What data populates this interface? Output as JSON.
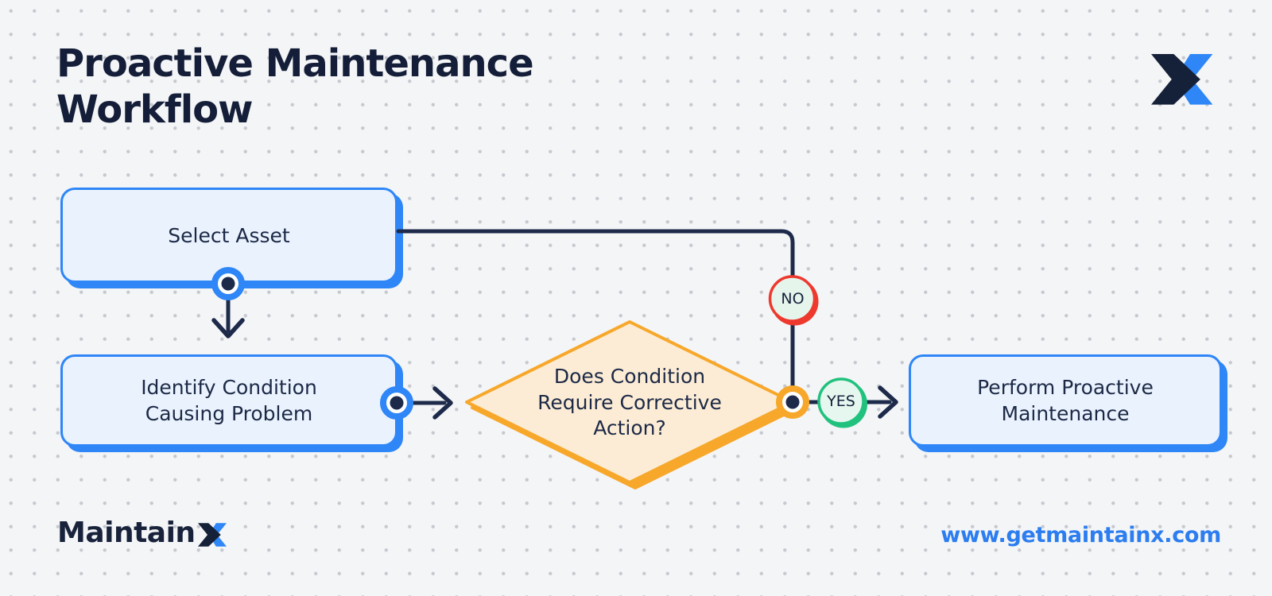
{
  "title": {
    "lines": [
      "Proactive Maintenance",
      "Workflow"
    ]
  },
  "flowchart": {
    "select_asset": {
      "lines": [
        "Select Asset"
      ]
    },
    "identify_condition": {
      "lines": [
        "Identify Condition",
        "Causing Problem"
      ]
    },
    "decision": {
      "lines": [
        "Does Condition",
        "Require Corrective",
        "Action?"
      ]
    },
    "perform_maintenance": {
      "lines": [
        "Perform Proactive",
        "Maintenance"
      ]
    },
    "no_label": "NO",
    "yes_label": "YES"
  },
  "footer": {
    "brand_text": "Maintain",
    "brand_mark": "X",
    "url": "www.getmaintainx.com"
  },
  "colors": {
    "background": "#f4f5f7",
    "grid_dot": "#c6c9cf",
    "navy_line": "#1d2a4a",
    "title_text": "#141e38",
    "accent_blue": "#2e86f7",
    "box_fill": "#e9f2fd",
    "accent_orange": "#f7a82b",
    "diamond_fill": "#fcecd5",
    "no_red": "#ee392e",
    "yes_green": "#21c17e",
    "badge_mint": "#e6f5ec",
    "link_blue": "#2b7df0"
  }
}
